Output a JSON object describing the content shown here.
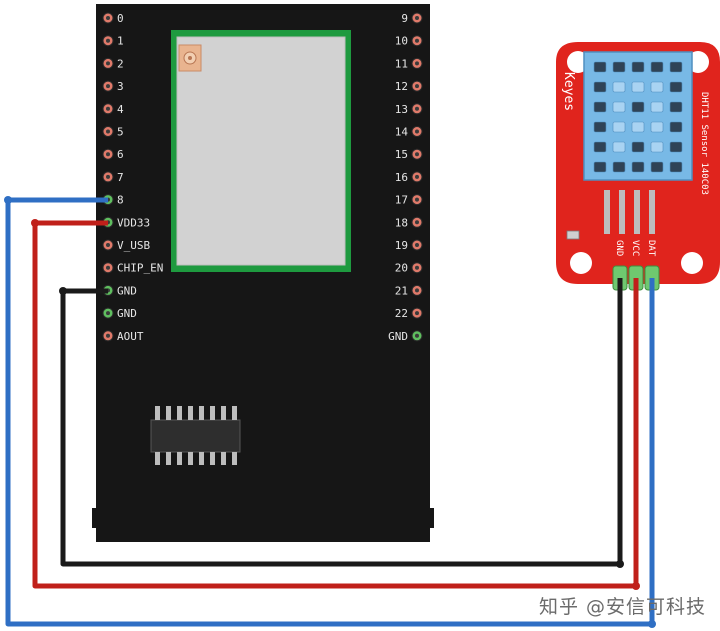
{
  "board": {
    "left_pins": [
      "0",
      "1",
      "2",
      "3",
      "4",
      "5",
      "6",
      "7",
      "8",
      "VDD33",
      "V_USB",
      "CHIP_EN",
      "GND",
      "GND",
      "AOUT"
    ],
    "right_pins": [
      "9",
      "10",
      "11",
      "12",
      "13",
      "14",
      "15",
      "16",
      "17",
      "18",
      "19",
      "20",
      "21",
      "22",
      "GND"
    ]
  },
  "sensor": {
    "brand": "Keyes",
    "model": "DHT11 Sensor 140C03",
    "pins": [
      "GND",
      "VCC",
      "DAT"
    ]
  },
  "wires": [
    {
      "name": "data-wire",
      "color": "#2f6fc4",
      "from": "8",
      "to": "DAT"
    },
    {
      "name": "power-wire",
      "color": "#c0201a",
      "from": "VDD33",
      "to": "VCC"
    },
    {
      "name": "ground-wire",
      "color": "#1a1a1a",
      "from": "GND",
      "to": "GND"
    }
  ],
  "colors": {
    "board": "#161616",
    "module_frame": "#1e9a3f",
    "module_inner": "#cfcfcf",
    "pin_pad": "#e07a6a",
    "pin_pad_connected": "#5fbf5f",
    "sensor_board": "#e0241d",
    "sensor_grid": "#78b9e6"
  },
  "watermark": "知乎 @安信可科技"
}
